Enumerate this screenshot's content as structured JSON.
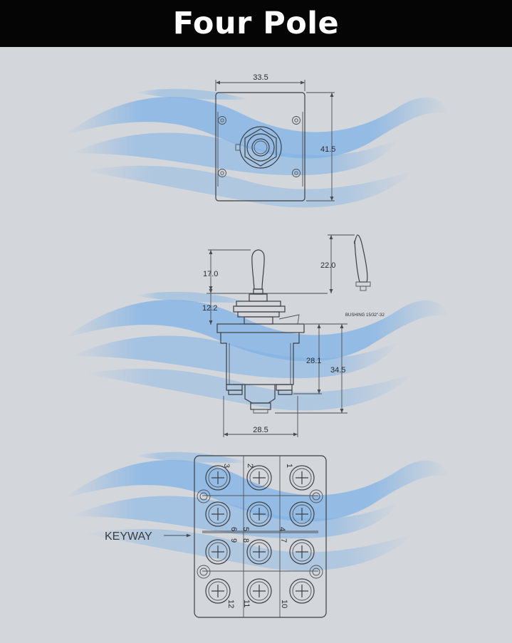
{
  "title": "Four Pole",
  "top_view": {
    "width_label": "33.5",
    "height_label": "41.5"
  },
  "side_view": {
    "lever_label": "17.0",
    "bushing_height_label": "12.2",
    "lever_detail_label": "22.0",
    "bushing_note": "BUSHING 15/32\"-32",
    "body_label": "28.1",
    "total_label": "34.5",
    "base_width_label": "28.5"
  },
  "terminal_view": {
    "keyway_label": "KEYWAY",
    "terminals": [
      "1",
      "2",
      "3",
      "4",
      "5",
      "6",
      "7",
      "8",
      "9",
      "10",
      "11",
      "12"
    ]
  },
  "colors": {
    "background": "#d3d6db",
    "header": "#050505",
    "line": "#3c3f44",
    "watermark": "#7fb2e6"
  }
}
